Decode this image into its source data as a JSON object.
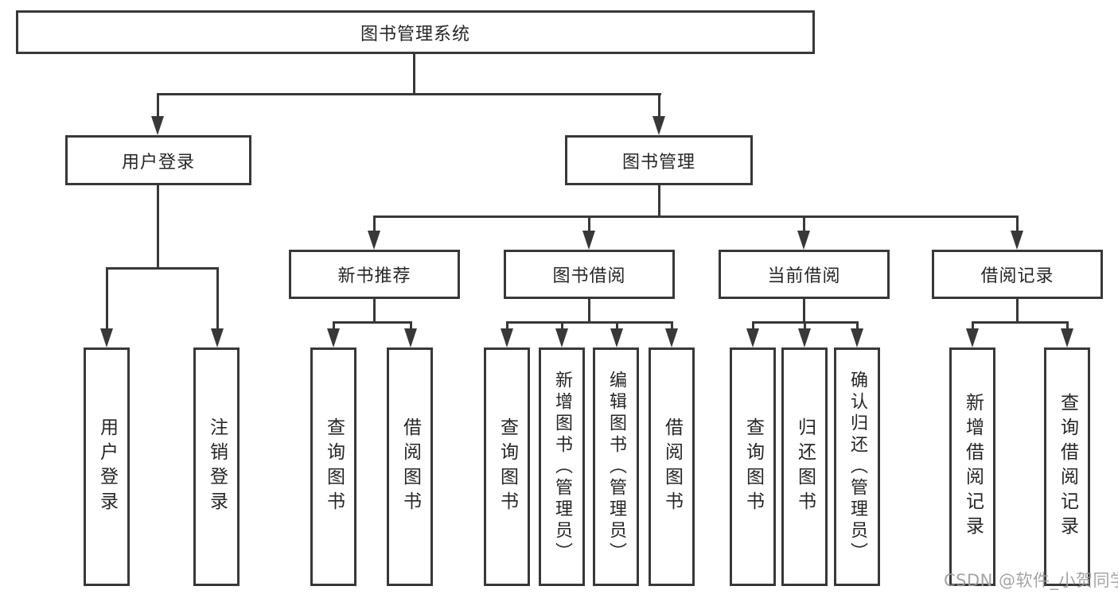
{
  "diagram": {
    "tree": {
      "label": "图书管理系统",
      "children": [
        {
          "label": "用户登录",
          "children": [
            {
              "label": "用户登录"
            },
            {
              "label": "注销登录"
            }
          ]
        },
        {
          "label": "图书管理",
          "children": [
            {
              "label": "新书推荐",
              "children": [
                {
                  "label": "查询图书"
                },
                {
                  "label": "借阅图书"
                }
              ]
            },
            {
              "label": "图书借阅",
              "children": [
                {
                  "label": "查询图书"
                },
                {
                  "label": "新增图书（管理员）"
                },
                {
                  "label": "编辑图书（管理员）"
                },
                {
                  "label": "借阅图书"
                }
              ]
            },
            {
              "label": "当前借阅",
              "children": [
                {
                  "label": "查询图书"
                },
                {
                  "label": "归还图书"
                },
                {
                  "label": "确认归还（管理员）"
                }
              ]
            },
            {
              "label": "借阅记录",
              "children": [
                {
                  "label": "新增借阅记录"
                },
                {
                  "label": "查询借阅记录"
                }
              ]
            }
          ]
        }
      ]
    },
    "colors": {
      "line": "#383838",
      "text": "#262626",
      "background": "#ffffff",
      "watermark_color": "#9d9d9d"
    }
  },
  "watermark": {
    "text": "CSDN @软件_小贺同学"
  }
}
